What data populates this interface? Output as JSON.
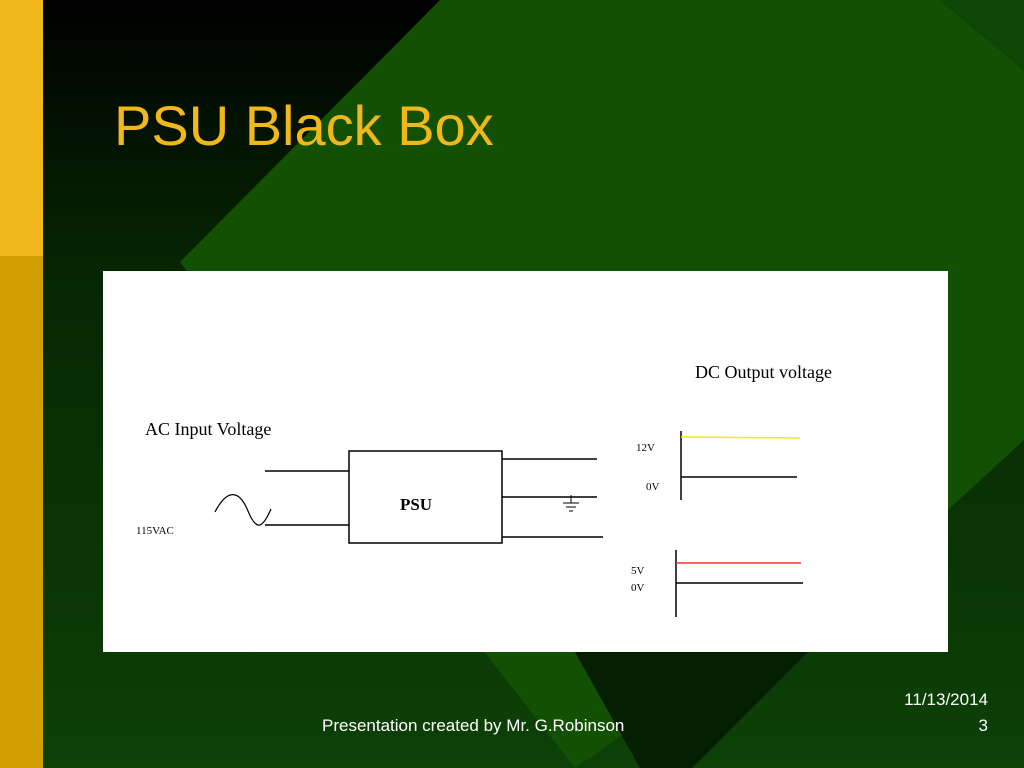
{
  "slide": {
    "title": "PSU Black Box",
    "footer": "Presentation created by Mr. G.Robinson",
    "date": "11/13/2014",
    "page_number": "3"
  },
  "diagram": {
    "input_title": "AC Input Voltage",
    "input_value": "115VAC",
    "box_label": "PSU",
    "output_title": "DC Output voltage",
    "outputs": [
      {
        "level_label": "12V",
        "zero_label": "0V",
        "color": "#f0f000"
      },
      {
        "level_label": "5V",
        "zero_label": "0V",
        "color": "#e53b2b"
      }
    ]
  },
  "colors": {
    "title": "#f0b81a",
    "background": "#0b3a05",
    "accent_bar": "#f0b81a"
  }
}
